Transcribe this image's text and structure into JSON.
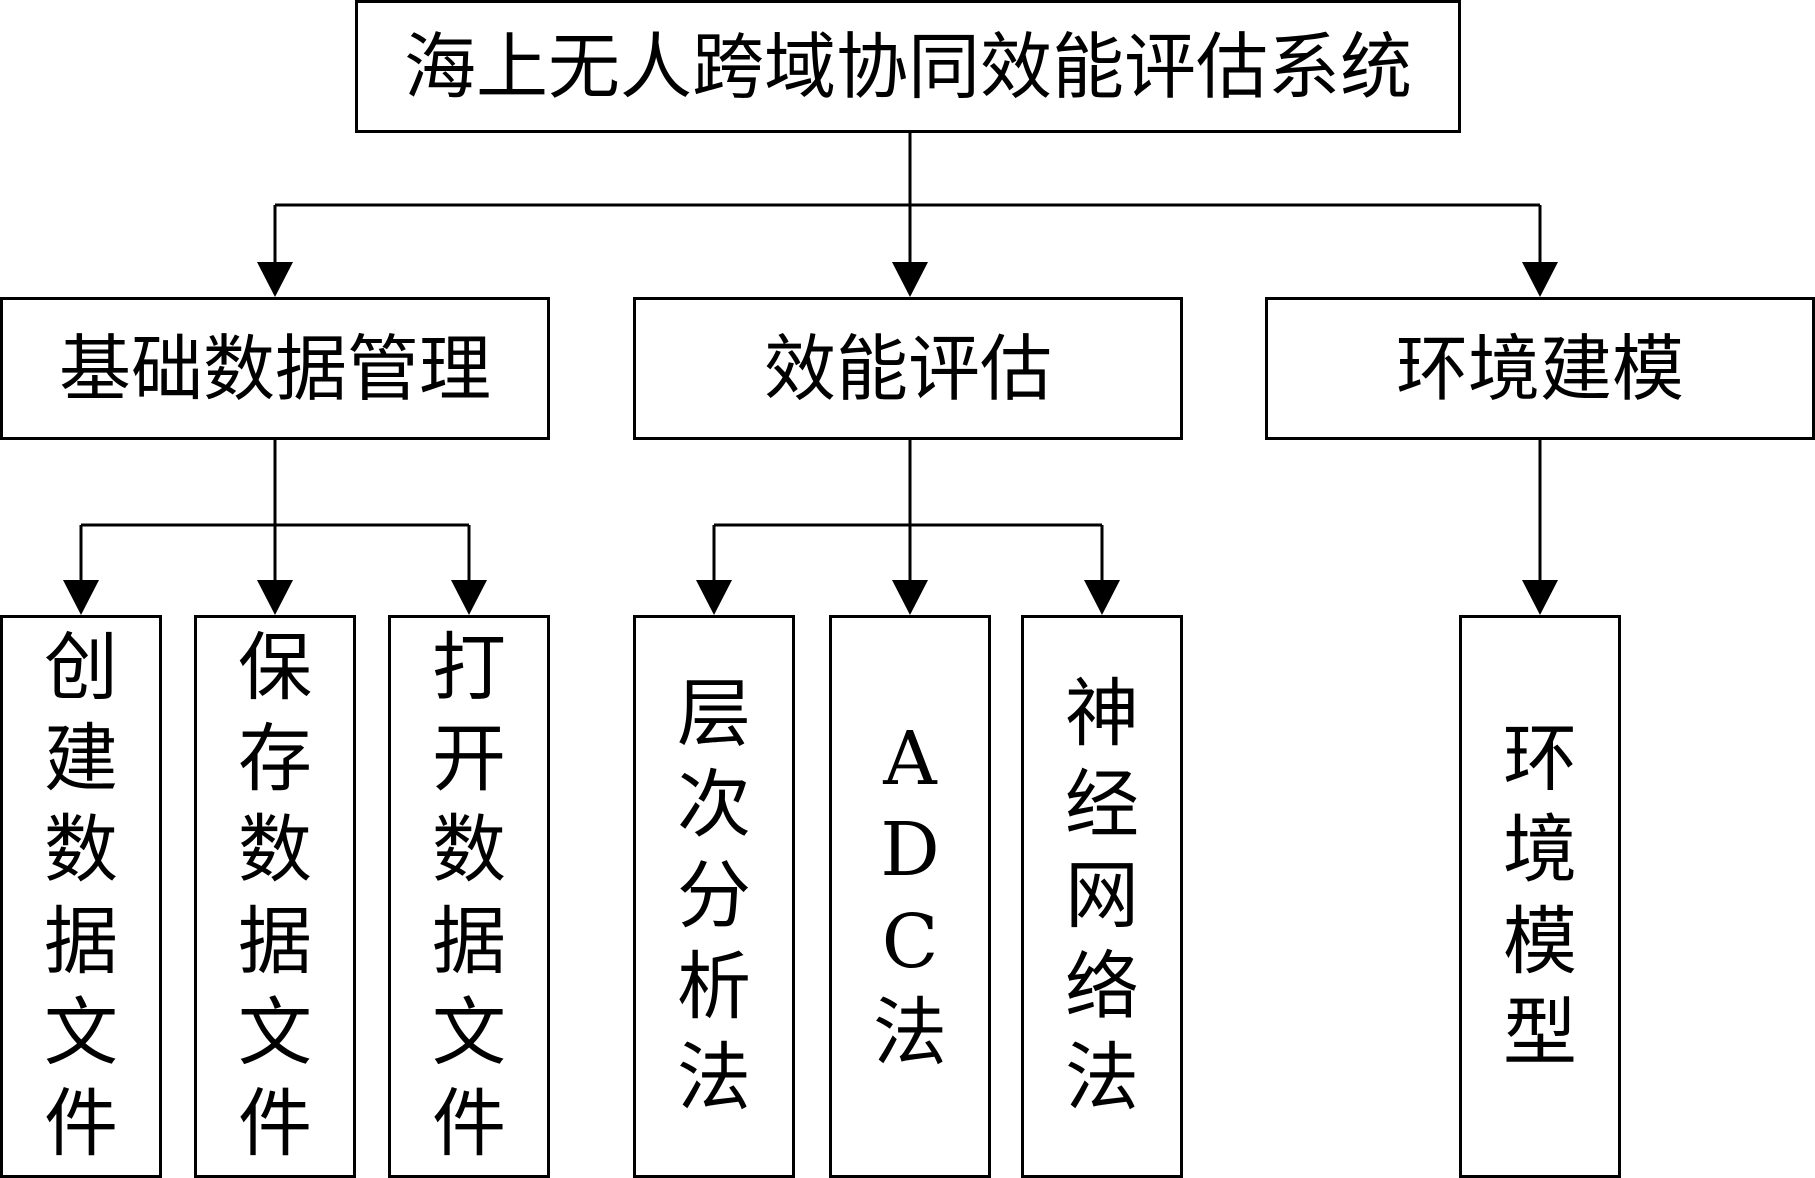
{
  "diagram": {
    "root": {
      "label": "海上无人跨域协同效能评估系统"
    },
    "categories": [
      {
        "label": "基础数据管理"
      },
      {
        "label": "效能评估"
      },
      {
        "label": "环境建模"
      }
    ],
    "leaves": {
      "create_data_file": "创建数据文件",
      "save_data_file": "保存数据文件",
      "open_data_file": "打开数据文件",
      "ahp": "层次分析法",
      "adc": "ADC法",
      "neural_network": "神经网络法",
      "environment_model": "环境模型"
    }
  },
  "colors": {
    "line": "#000000",
    "box_border": "#000000",
    "background": "#ffffff"
  }
}
